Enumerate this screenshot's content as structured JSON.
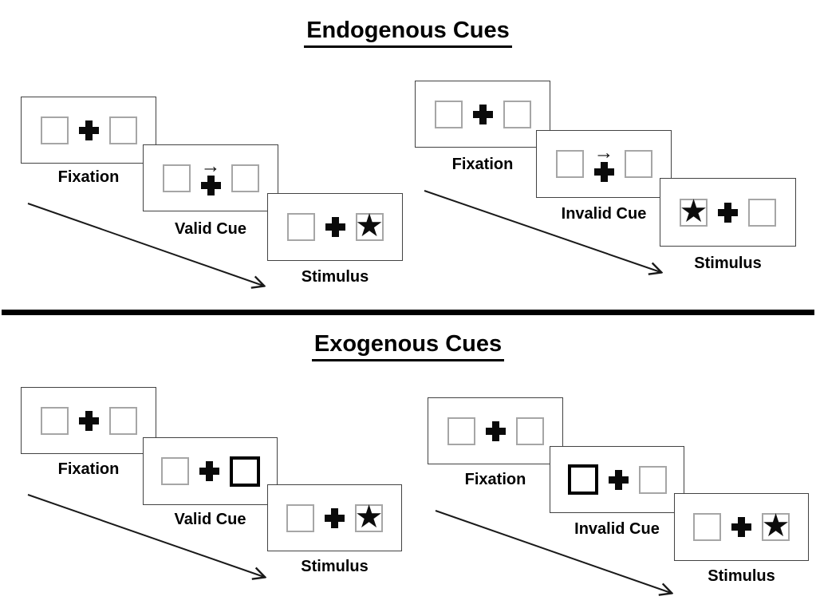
{
  "sections": [
    {
      "title": "Endogenous Cues",
      "sequences": [
        {
          "type": "valid",
          "panels": [
            {
              "label": "Fixation",
              "left_box": "empty",
              "right_box": "empty",
              "center": "fixation-cross"
            },
            {
              "label": "Valid Cue",
              "left_box": "empty",
              "right_box": "empty",
              "center": "fixation-cross-with-right-arrow"
            },
            {
              "label": "Stimulus",
              "left_box": "empty",
              "right_box": "star",
              "center": "fixation-cross"
            }
          ]
        },
        {
          "type": "invalid",
          "panels": [
            {
              "label": "Fixation",
              "left_box": "empty",
              "right_box": "empty",
              "center": "fixation-cross"
            },
            {
              "label": "Invalid Cue",
              "left_box": "empty",
              "right_box": "empty",
              "center": "fixation-cross-with-right-arrow"
            },
            {
              "label": "Stimulus",
              "left_box": "star",
              "right_box": "empty",
              "center": "fixation-cross"
            }
          ]
        }
      ]
    },
    {
      "title": "Exogenous Cues",
      "sequences": [
        {
          "type": "valid",
          "panels": [
            {
              "label": "Fixation",
              "left_box": "empty",
              "right_box": "empty",
              "center": "fixation-cross"
            },
            {
              "label": "Valid Cue",
              "left_box": "empty",
              "right_box": "bold-outline",
              "center": "fixation-cross"
            },
            {
              "label": "Stimulus",
              "left_box": "empty",
              "right_box": "star",
              "center": "fixation-cross"
            }
          ]
        },
        {
          "type": "invalid",
          "panels": [
            {
              "label": "Fixation",
              "left_box": "empty",
              "right_box": "empty",
              "center": "fixation-cross"
            },
            {
              "label": "Invalid Cue",
              "left_box": "bold-outline",
              "right_box": "empty",
              "center": "fixation-cross"
            },
            {
              "label": "Stimulus",
              "left_box": "empty",
              "right_box": "star",
              "center": "fixation-cross"
            }
          ]
        }
      ]
    }
  ],
  "symbols": {
    "star": "★",
    "cue_arrow": "→"
  },
  "colors": {
    "ink": "#000000",
    "panel_outline": "#424242",
    "box_outline_gray": "#a6a6a6",
    "background": "#ffffff"
  }
}
